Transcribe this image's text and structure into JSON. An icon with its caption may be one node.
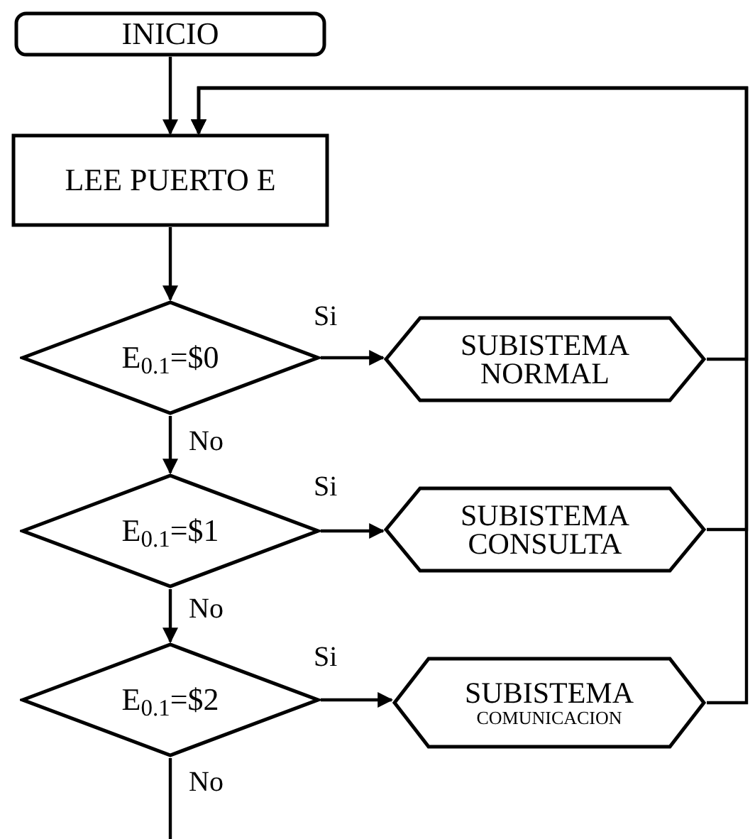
{
  "diagram": {
    "nodes": [
      {
        "text": [
          "INICIO"
        ]
      },
      {
        "text": [
          "LEE PUERTO E"
        ]
      },
      {
        "text": [
          "E$_{0.1}$=$0"
        ]
      },
      {
        "text": [
          "SUBISTEMA",
          "NORMAL"
        ]
      },
      {
        "text": [
          "E$_{0.1}$=$1"
        ]
      },
      {
        "text": [
          "SUBISTEMA",
          "CONSULTA"
        ]
      },
      {
        "text": [
          "E$_{0.1}$=$2"
        ]
      },
      {
        "text": [
          "SUBISTEMA",
          "COMUNICACION"
        ]
      }
    ],
    "edges": [
      {
        "from": 0,
        "to": 1,
        "arrow": "to"
      },
      {
        "from": 1,
        "to": 2,
        "arrow": "to"
      },
      {
        "from": 2,
        "to": 3,
        "arrow": "to",
        "label": "Si"
      },
      {
        "from": 2,
        "to": 4,
        "arrow": "to",
        "label": "No"
      },
      {
        "from": 4,
        "to": 5,
        "arrow": "to",
        "label": "Si"
      },
      {
        "from": 4,
        "to": 6,
        "arrow": "to",
        "label": "No"
      },
      {
        "from": 6,
        "to": 7,
        "arrow": "to",
        "label": "Si"
      },
      {
        "from": 6,
        "to": null,
        "arrow": "none",
        "label": "No"
      },
      {
        "from": 3,
        "to": 1,
        "arrow": "to"
      },
      {
        "from": 5,
        "to": 1,
        "arrow": "to"
      },
      {
        "from": 7,
        "to": 1,
        "arrow": "to"
      }
    ]
  }
}
